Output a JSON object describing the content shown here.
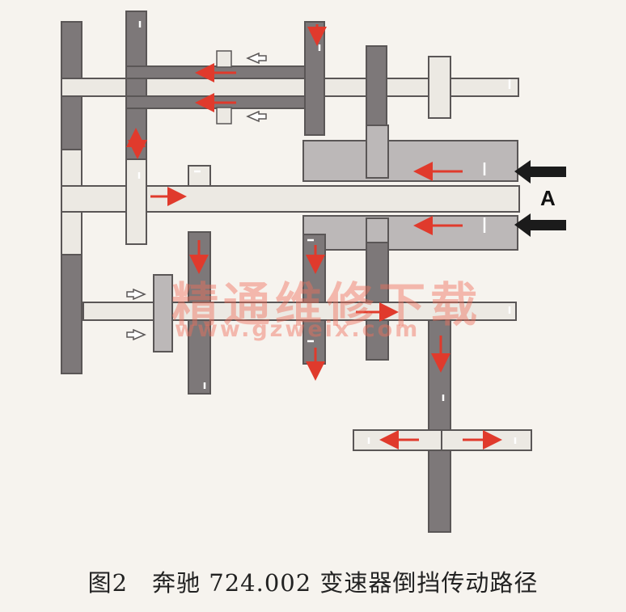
{
  "diagram": {
    "label_a": "A",
    "caption": "图2　奔驰 724.002 变速器倒挡传动路径",
    "watermark": {
      "text_cn": "精通维修下载",
      "text_url": "www.gzweix.com"
    },
    "colors": {
      "dark_component": "#7d7879",
      "medium_component": "#bcb8b8",
      "light_component": "#ece9e3",
      "outline": "#5a5656",
      "power_flow_arrow": "#e03a2c",
      "input_arrow": "#1b1b1b",
      "background": "#f6f3ee"
    }
  }
}
